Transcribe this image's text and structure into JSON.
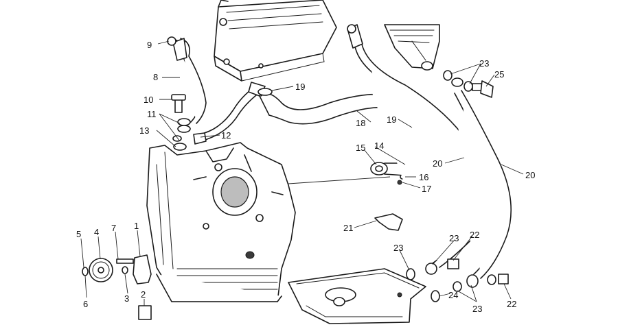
{
  "diagram": {
    "callouts": [
      {
        "id": "c1",
        "text": "1"
      },
      {
        "id": "c2",
        "text": "2"
      },
      {
        "id": "c3",
        "text": "3"
      },
      {
        "id": "c4",
        "text": "4"
      },
      {
        "id": "c5",
        "text": "5"
      },
      {
        "id": "c6",
        "text": "6"
      },
      {
        "id": "c7",
        "text": "7"
      },
      {
        "id": "c8",
        "text": "8"
      },
      {
        "id": "c9",
        "text": "9"
      },
      {
        "id": "c10",
        "text": "10"
      },
      {
        "id": "c11",
        "text": "11"
      },
      {
        "id": "c12",
        "text": "12"
      },
      {
        "id": "c13",
        "text": "13"
      },
      {
        "id": "c14",
        "text": "14"
      },
      {
        "id": "c15",
        "text": "15"
      },
      {
        "id": "c16",
        "text": "16"
      },
      {
        "id": "c17",
        "text": "17"
      },
      {
        "id": "c18",
        "text": "18"
      },
      {
        "id": "c19a",
        "text": "19"
      },
      {
        "id": "c19b",
        "text": "19"
      },
      {
        "id": "c20a",
        "text": "20"
      },
      {
        "id": "c20b",
        "text": "20"
      },
      {
        "id": "c21",
        "text": "21"
      },
      {
        "id": "c22a",
        "text": "22"
      },
      {
        "id": "c22b",
        "text": "22"
      },
      {
        "id": "c23a",
        "text": "23"
      },
      {
        "id": "c23b",
        "text": "23"
      },
      {
        "id": "c23c",
        "text": "23"
      },
      {
        "id": "c23d",
        "text": "23"
      },
      {
        "id": "c24",
        "text": "24"
      },
      {
        "id": "c25",
        "text": "25"
      }
    ]
  }
}
